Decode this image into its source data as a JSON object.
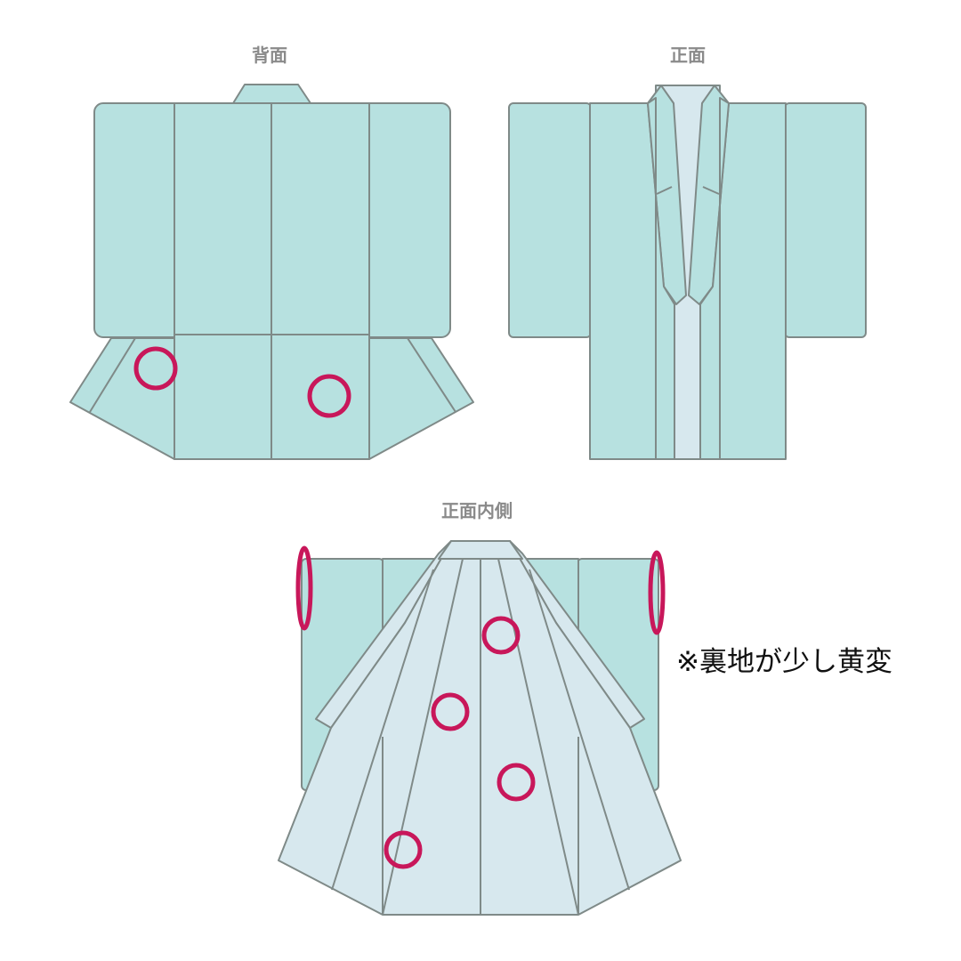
{
  "labels": {
    "back": "背面",
    "front": "正面",
    "inside_front": "正面内側"
  },
  "note": "※裏地が少し黄変",
  "colors": {
    "outer": "#b7e1e0",
    "lining": "#d7e8ee",
    "outline": "#7f8a88",
    "stain_marker": "#c8175a",
    "label_text": "#8a8a8a"
  },
  "stain_markers": {
    "back": 2,
    "inside_front_body": 4,
    "inside_front_sleeve_edges": 2
  }
}
